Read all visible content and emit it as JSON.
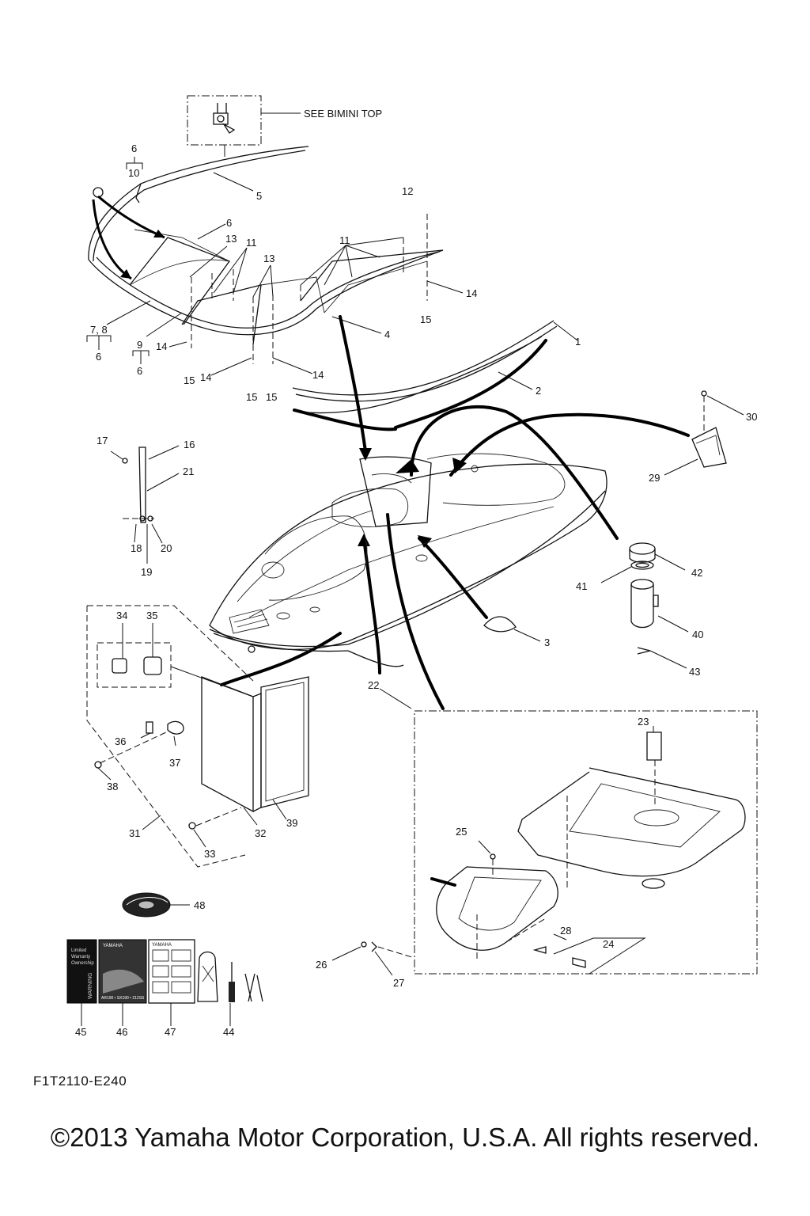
{
  "header": {
    "bimini_note": "SEE BIMINI TOP"
  },
  "callouts": [
    {
      "id": "c1",
      "text": "1"
    },
    {
      "id": "c2",
      "text": "2"
    },
    {
      "id": "c3",
      "text": "3"
    },
    {
      "id": "c4",
      "text": "4"
    },
    {
      "id": "c5",
      "text": "5"
    },
    {
      "id": "c6a",
      "text": "6"
    },
    {
      "id": "c6b",
      "text": "6"
    },
    {
      "id": "c6c",
      "text": "6"
    },
    {
      "id": "c6d",
      "text": "6"
    },
    {
      "id": "c78",
      "text": "7, 8"
    },
    {
      "id": "c9",
      "text": "9"
    },
    {
      "id": "c10",
      "text": "10"
    },
    {
      "id": "c11a",
      "text": "11"
    },
    {
      "id": "c11b",
      "text": "11"
    },
    {
      "id": "c12",
      "text": "12"
    },
    {
      "id": "c13a",
      "text": "13"
    },
    {
      "id": "c13b",
      "text": "13"
    },
    {
      "id": "c14a",
      "text": "14"
    },
    {
      "id": "c14b",
      "text": "14"
    },
    {
      "id": "c14c",
      "text": "14"
    },
    {
      "id": "c14d",
      "text": "14"
    },
    {
      "id": "c15a",
      "text": "15"
    },
    {
      "id": "c15b",
      "text": "15"
    },
    {
      "id": "c15c",
      "text": "15"
    },
    {
      "id": "c15d",
      "text": "15"
    },
    {
      "id": "c16",
      "text": "16"
    },
    {
      "id": "c17",
      "text": "17"
    },
    {
      "id": "c18",
      "text": "18"
    },
    {
      "id": "c19",
      "text": "19"
    },
    {
      "id": "c20",
      "text": "20"
    },
    {
      "id": "c21",
      "text": "21"
    },
    {
      "id": "c22",
      "text": "22"
    },
    {
      "id": "c23",
      "text": "23"
    },
    {
      "id": "c24",
      "text": "24"
    },
    {
      "id": "c25",
      "text": "25"
    },
    {
      "id": "c26",
      "text": "26"
    },
    {
      "id": "c27",
      "text": "27"
    },
    {
      "id": "c28",
      "text": "28"
    },
    {
      "id": "c29",
      "text": "29"
    },
    {
      "id": "c30",
      "text": "30"
    },
    {
      "id": "c31",
      "text": "31"
    },
    {
      "id": "c32",
      "text": "32"
    },
    {
      "id": "c33",
      "text": "33"
    },
    {
      "id": "c34",
      "text": "34"
    },
    {
      "id": "c35",
      "text": "35"
    },
    {
      "id": "c36",
      "text": "36"
    },
    {
      "id": "c37",
      "text": "37"
    },
    {
      "id": "c38",
      "text": "38"
    },
    {
      "id": "c39",
      "text": "39"
    },
    {
      "id": "c40",
      "text": "40"
    },
    {
      "id": "c41",
      "text": "41"
    },
    {
      "id": "c42",
      "text": "42"
    },
    {
      "id": "c43",
      "text": "43"
    },
    {
      "id": "c44",
      "text": "44"
    },
    {
      "id": "c45",
      "text": "45"
    },
    {
      "id": "c46",
      "text": "46"
    },
    {
      "id": "c47",
      "text": "47"
    },
    {
      "id": "c48",
      "text": "48"
    }
  ],
  "manuals": {
    "cover_45_lines": [
      "Limited",
      "Warranty",
      "Ownership"
    ],
    "cover_45_spine": "WARNING",
    "cover_46_title": "YAMAHA",
    "cover_46_models": "AR190 • SX190 • 212SS",
    "cover_47_title": "YAMAHA"
  },
  "footer": {
    "drawing_code": "F1T2110-E240",
    "copyright": "©2013 Yamaha Motor Corporation, U.S.A. All rights reserved."
  }
}
